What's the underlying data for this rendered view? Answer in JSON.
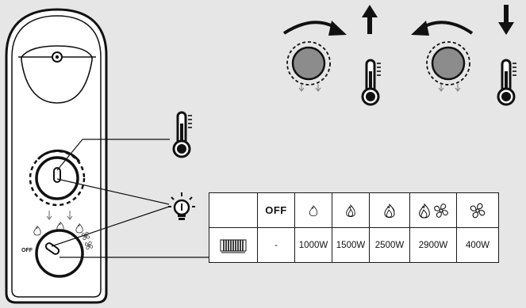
{
  "icons": [
    "heater-unit-icon",
    "thermostat-knob-icon",
    "mode-selector-knob-icon",
    "rotate-clockwise-arrow-icon",
    "temperature-up-arrow-icon",
    "rotate-counterclockwise-arrow-icon",
    "temperature-down-arrow-icon",
    "thermometer-icon",
    "indicator-lamp-icon",
    "flame-small-icon",
    "flame-medium-icon",
    "flame-large-icon",
    "fan-icon",
    "radiator-icon"
  ],
  "dial": {
    "off_label": "OFF"
  },
  "power_table": {
    "header": [
      {
        "label": "",
        "icon": null
      },
      {
        "label": "OFF",
        "icon": null
      },
      {
        "label": "",
        "icon": "flame-small-icon"
      },
      {
        "label": "",
        "icon": "flame-medium-icon"
      },
      {
        "label": "",
        "icon": "flame-large-icon"
      },
      {
        "label": "",
        "icon": "flame-large-fan-icon"
      },
      {
        "label": "",
        "icon": "fan-icon"
      }
    ],
    "row": {
      "icon": "radiator-icon",
      "values": [
        "-",
        "1000W",
        "1500W",
        "2500W",
        "2900W",
        "400W"
      ]
    }
  },
  "colors": {
    "background": "#e6e6e6",
    "line": "#1a1a1a",
    "knob_gray": "#8c8c8c"
  }
}
